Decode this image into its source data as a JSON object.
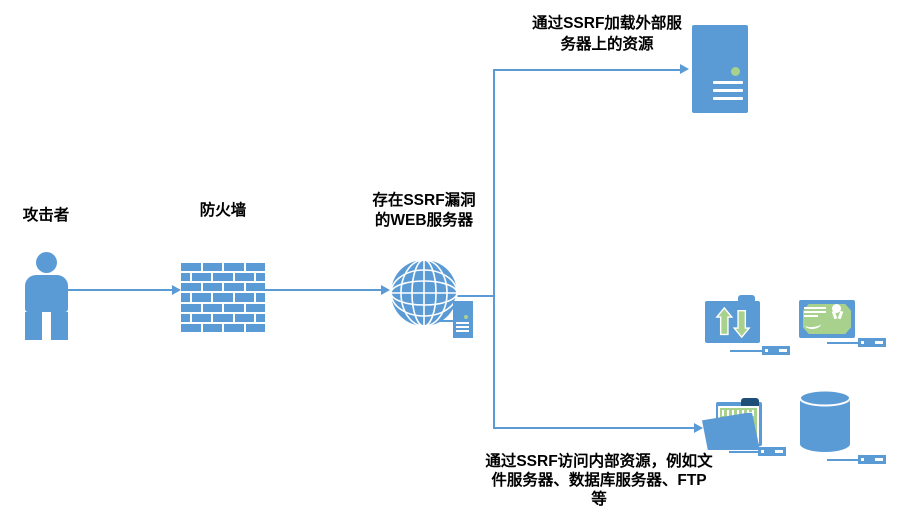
{
  "colors": {
    "primary_blue": "#5B9BD5",
    "accent_green": "#A9D18E",
    "dark_blue_tab": "#1F4E79",
    "connector": "#5B9BD5",
    "text": "#000000",
    "background": "#FFFFFF"
  },
  "nodes": {
    "attacker": {
      "label": "攻击者",
      "icon": "person-icon"
    },
    "firewall": {
      "label": "防火墙",
      "icon": "brick-wall-icon"
    },
    "web_server": {
      "label": "存在SSRF漏洞\n的WEB服务器",
      "icon": "globe-icon",
      "sub_icon": "tower-server-icon"
    },
    "external_server": {
      "icon": "server-icon"
    },
    "ftp_server": {
      "icon": "ftp-folder-icon",
      "sub_icon": "rack-server-icon"
    },
    "certificate_server": {
      "icon": "certificate-icon",
      "sub_icon": "rack-server-icon"
    },
    "file_server": {
      "icon": "open-folder-icon",
      "sub_icon": "rack-server-icon"
    },
    "database_server": {
      "icon": "database-icon",
      "sub_icon": "rack-server-icon"
    }
  },
  "annotations": {
    "external_resource": "通过SSRF加载外部服\n务器上的资源",
    "internal_resource": "通过SSRF访问内部资源，例如文\n件服务器、数据库服务器、FTP\n等"
  }
}
